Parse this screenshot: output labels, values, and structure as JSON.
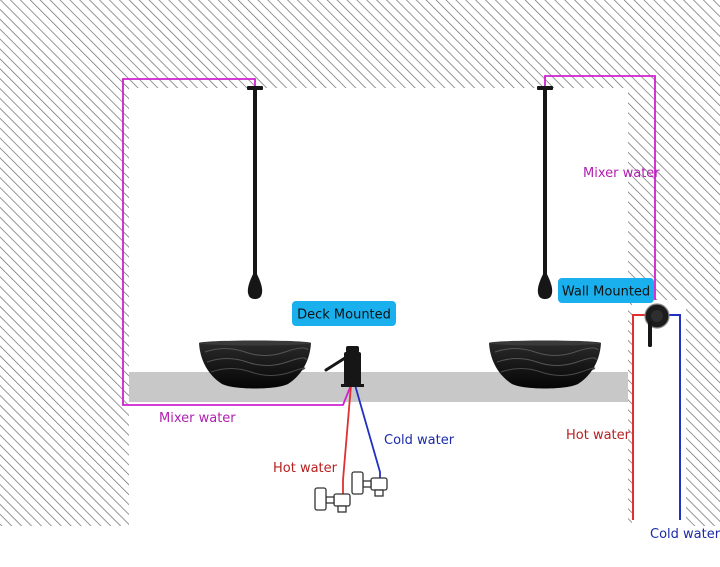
{
  "labels": {
    "deck_mounted": "Deck Mounted",
    "wall_mounted": "Wall Mounted",
    "mixer_water_left": "Mixer water",
    "mixer_water_right": "Mixer water",
    "hot_water_left": "Hot water",
    "cold_water_left": "Cold water",
    "hot_water_right": "Hot water",
    "cold_water_right": "Cold water"
  },
  "colors": {
    "mixer": "#d020d0",
    "hot": "#e03030",
    "cold": "#2030c0",
    "tag_bg": "#1ab0ee",
    "counter": "#c8c8c8",
    "hatch": "#6a6a6a",
    "fixture": "#161616"
  }
}
